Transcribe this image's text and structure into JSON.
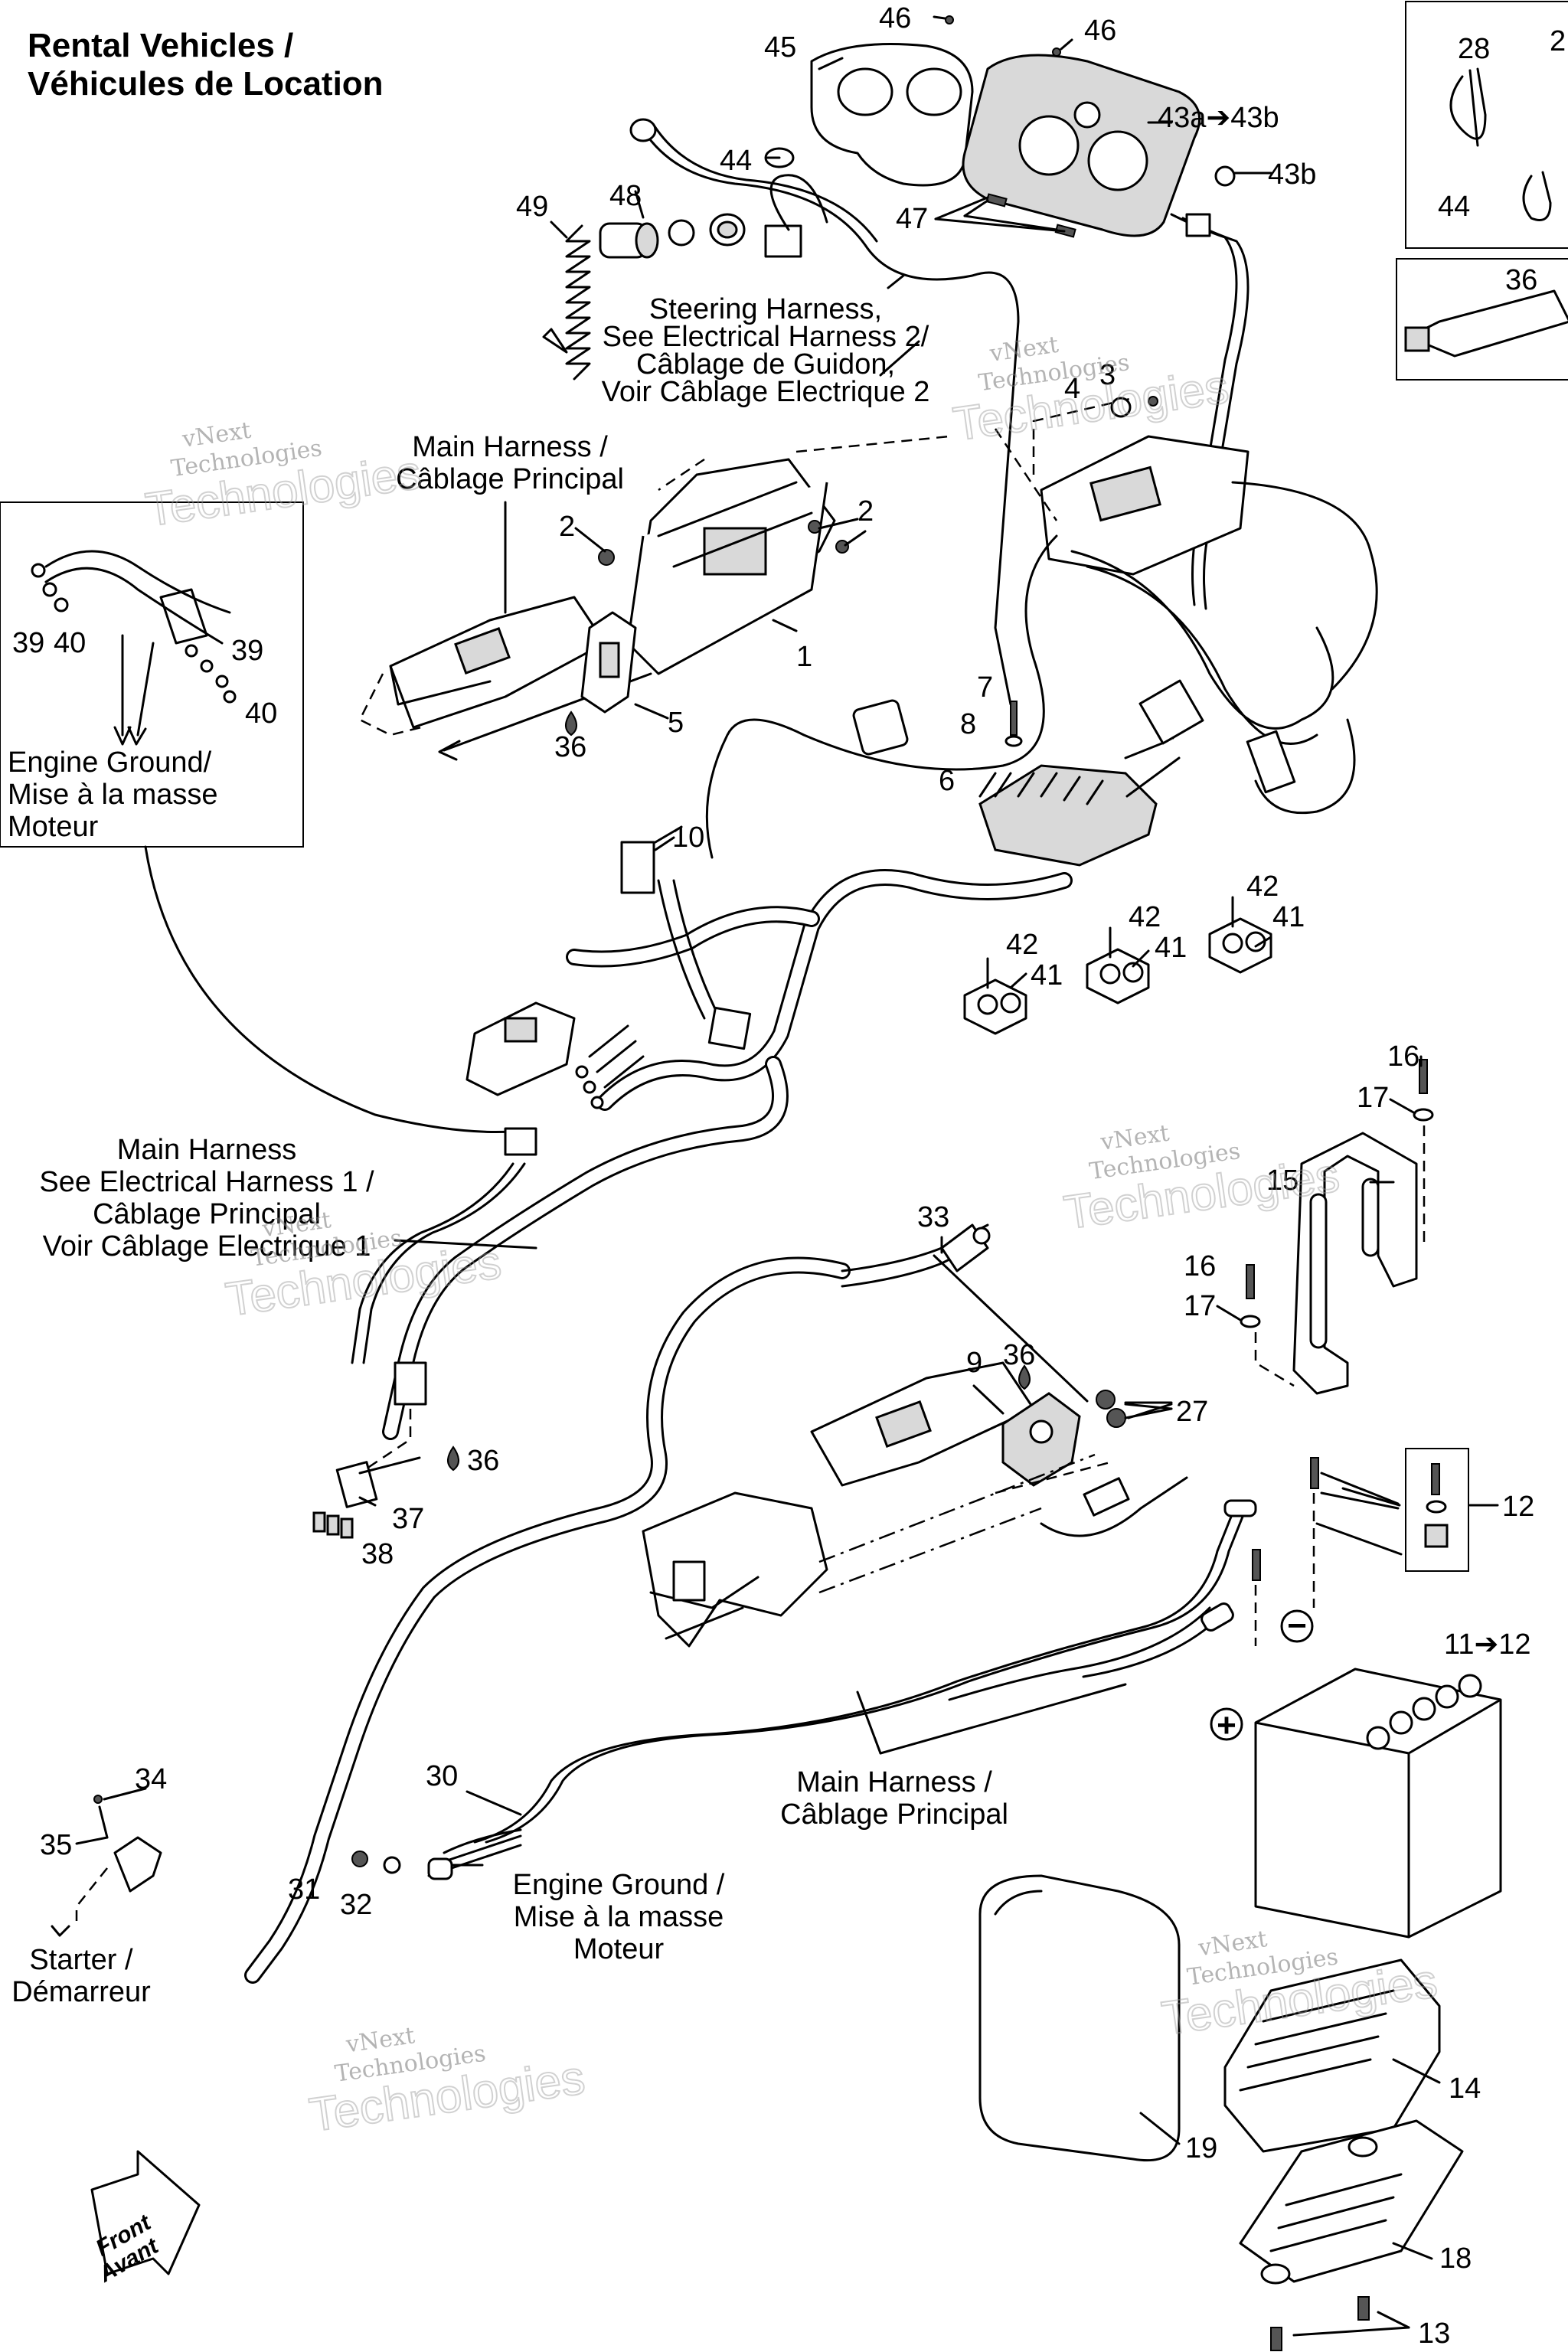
{
  "title": {
    "line1": "Rental Vehicles /",
    "line2": "Véhicules de Location"
  },
  "labels": {
    "steering_harness": [
      "Steering Harness,",
      "See Electrical Harness 2/",
      "Câblage de Guidon,",
      "Voir Câblage Electrique 2"
    ],
    "main_harness_top": [
      "Main Harness /",
      "Câblage Principal"
    ],
    "engine_ground_inset": [
      "Engine Ground/",
      "Mise à la masse",
      "Moteur"
    ],
    "main_harness_see": [
      "Main Harness",
      "See Electrical Harness 1 /",
      "Câblage Principal",
      "Voir Câblage Electrique 1"
    ],
    "main_harness_bottom": [
      "Main Harness /",
      "Câblage Principal"
    ],
    "engine_ground_bottom": [
      "Engine Ground /",
      "Mise à la masse",
      "Moteur"
    ],
    "starter": [
      "Starter /",
      "Démarreur"
    ],
    "front": [
      "Front",
      "Avant"
    ]
  },
  "part_numbers": {
    "p46a": "46",
    "p46b": "46",
    "p45": "45",
    "p43a": "43a➔43b",
    "p43b": "43b",
    "p44a": "44",
    "p48": "48",
    "p49": "49",
    "p47": "47",
    "p28": "28",
    "p2x": "2",
    "p44b": "44",
    "p36box": "36",
    "p4": "4",
    "p3": "3",
    "p2a": "2",
    "p2b": "2",
    "p1": "1",
    "p36a": "36",
    "p5": "5",
    "p39a": "39",
    "p40a": "40",
    "p39b": "39",
    "p40b": "40",
    "p7": "7",
    "p8": "8",
    "p6": "6",
    "p10": "10",
    "p42a": "42",
    "p41a": "41",
    "p42b": "42",
    "p41b": "41",
    "p42c": "42",
    "p41c": "41",
    "p16a": "16",
    "p17a": "17",
    "p15": "15",
    "p16b": "16",
    "p17b": "17",
    "p33": "33",
    "p9": "9",
    "p36b": "36",
    "p27": "27",
    "p36c": "36",
    "p37": "37",
    "p38": "38",
    "p12": "12",
    "p11": "11➔12",
    "p34": "34",
    "p35": "35",
    "p30": "30",
    "p31": "31",
    "p32": "32",
    "p14": "14",
    "p19": "19",
    "p18": "18",
    "p13": "13"
  },
  "battery_terminals": {
    "negative": "−",
    "positive": "+"
  },
  "watermark": {
    "line1": "vNext",
    "line2": "Technologies"
  }
}
